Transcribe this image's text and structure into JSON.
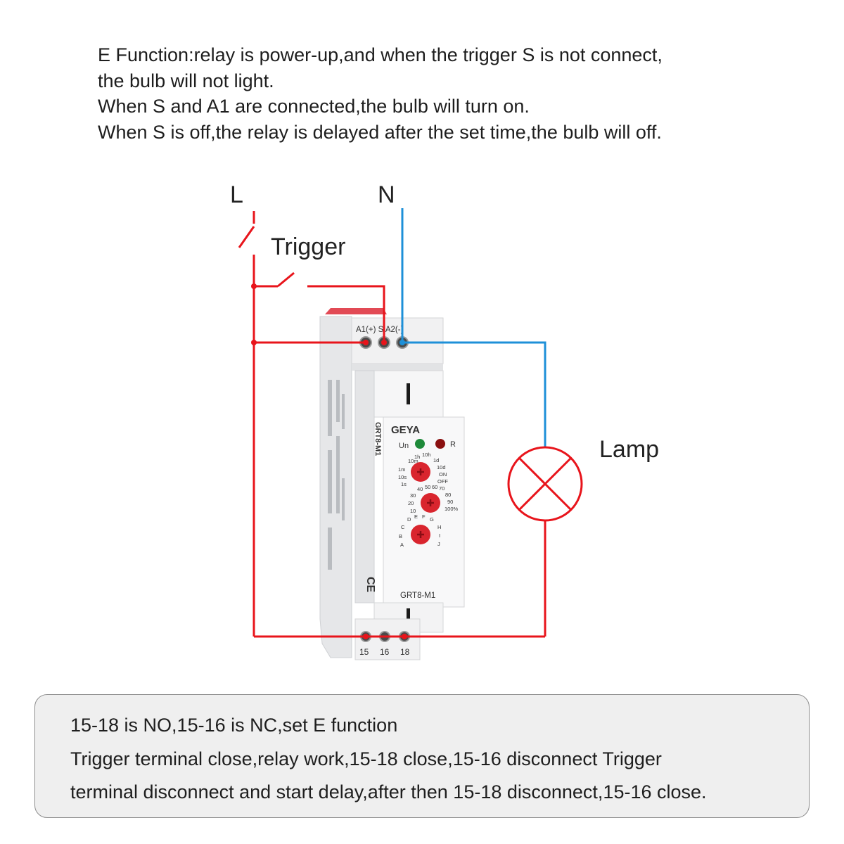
{
  "description_lines": [
    "E Function:relay is power-up,and when the trigger S is not connect,",
    "the bulb will not light.",
    "When S and A1 are connected,the bulb will turn on.",
    "When S is off,the relay is delayed after the set time,the bulb will off."
  ],
  "labels": {
    "live": "L",
    "neutral": "N",
    "trigger": "Trigger",
    "lamp": "Lamp"
  },
  "device": {
    "brand": "GEYA",
    "model": "GRT8-M1",
    "top_terminals": "A1(+) S A2(-)",
    "bottom_terminals": [
      "15",
      "16",
      "18"
    ],
    "indicator_un": "Un",
    "indicator_r": "R",
    "time_range_labels": [
      "10m",
      "1h",
      "10h",
      "1m",
      "1d",
      "10s",
      "10d",
      "1s",
      "ON",
      "OFF"
    ],
    "percent_labels": [
      "40",
      "50",
      "60",
      "70",
      "30",
      "80",
      "20",
      "90",
      "10",
      "100%"
    ],
    "function_labels": [
      "D",
      "E",
      "F",
      "G",
      "C",
      "H",
      "B",
      "I",
      "A",
      "J"
    ],
    "cert": "CE"
  },
  "colors": {
    "live_wire": "#e8141b",
    "neutral_wire": "#1e90d8",
    "dial": "#d9252e",
    "led_green": "#1e8a3a",
    "led_red": "#8a1010"
  },
  "notes": [
    "15-18 is NO,15-16 is NC,set E function",
    "Trigger terminal close,relay work,15-18 close,15-16 disconnect Trigger",
    "terminal disconnect and start delay,after then 15-18 disconnect,15-16 close."
  ]
}
